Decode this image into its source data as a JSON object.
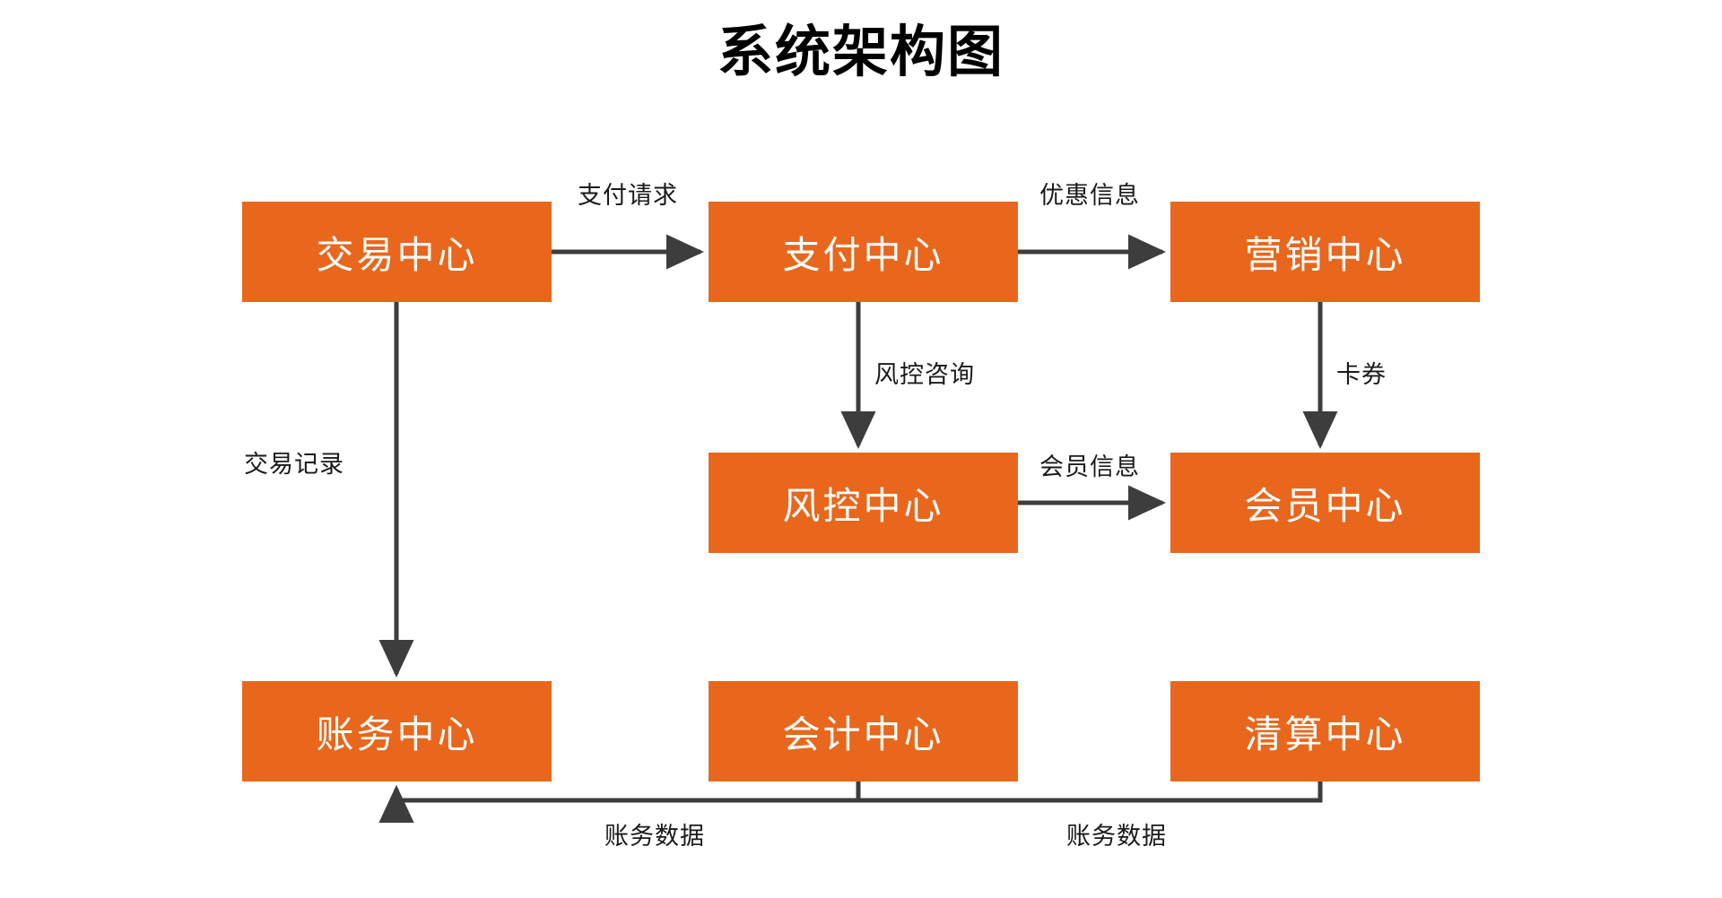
{
  "page": {
    "title": "系统架构图",
    "background_color": "#FFFFFF"
  },
  "theme": {
    "node_fill": "#E8671C",
    "node_text_color": "#FFFFFF",
    "connector_color": "#3D3D3D",
    "label_text_color": "#1A1A1A",
    "title_color": "#000000"
  },
  "nodes": [
    {
      "id": "trade",
      "label": "交易中心",
      "row": 1,
      "col": 1
    },
    {
      "id": "payment",
      "label": "支付中心",
      "row": 1,
      "col": 2
    },
    {
      "id": "marketing",
      "label": "营销中心",
      "row": 1,
      "col": 3
    },
    {
      "id": "riskctrl",
      "label": "风控中心",
      "row": 2,
      "col": 2
    },
    {
      "id": "member",
      "label": "会员中心",
      "row": 2,
      "col": 3
    },
    {
      "id": "billing",
      "label": "账务中心",
      "row": 3,
      "col": 1
    },
    {
      "id": "accounting",
      "label": "会计中心",
      "row": 3,
      "col": 2
    },
    {
      "id": "clearing",
      "label": "清算中心",
      "row": 3,
      "col": 3
    }
  ],
  "edges": [
    {
      "id": "e1",
      "label": "支付请求",
      "from": "trade",
      "to": "payment",
      "direction": "right"
    },
    {
      "id": "e2",
      "label": "优惠信息",
      "from": "payment",
      "to": "marketing",
      "direction": "right"
    },
    {
      "id": "e3",
      "label": "风控咨询",
      "from": "payment",
      "to": "riskctrl",
      "direction": "down"
    },
    {
      "id": "e4",
      "label": "卡券",
      "from": "marketing",
      "to": "member",
      "direction": "down"
    },
    {
      "id": "e5",
      "label": "会员信息",
      "from": "riskctrl",
      "to": "member",
      "direction": "right"
    },
    {
      "id": "e6",
      "label": "交易记录",
      "from": "trade",
      "to": "billing",
      "direction": "down"
    },
    {
      "id": "e7",
      "label": "账务数据",
      "from": "accounting",
      "to": "billing",
      "direction": "left"
    },
    {
      "id": "e8",
      "label": "账务数据",
      "from": "clearing",
      "to": "billing",
      "direction": "left"
    }
  ]
}
